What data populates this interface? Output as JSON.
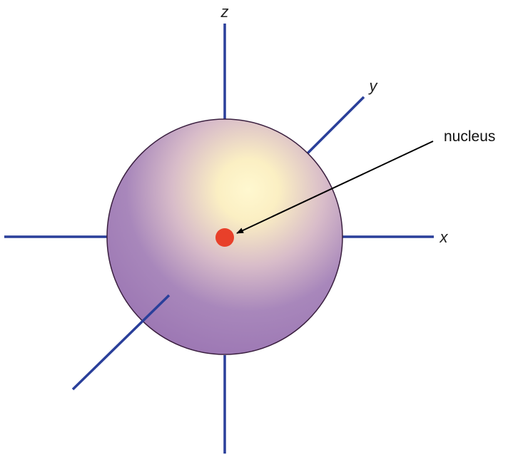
{
  "diagram": {
    "axes": {
      "x_label": "x",
      "y_label": "y",
      "z_label": "z"
    },
    "callout": {
      "label": "nucleus"
    },
    "colors": {
      "axis": "#2a3f9a",
      "sphere_edge": "#9d78b4",
      "sphere_center": "#fff8d0",
      "sphere_outline": "#3a1f3f",
      "nucleus": "#e8402a"
    }
  }
}
